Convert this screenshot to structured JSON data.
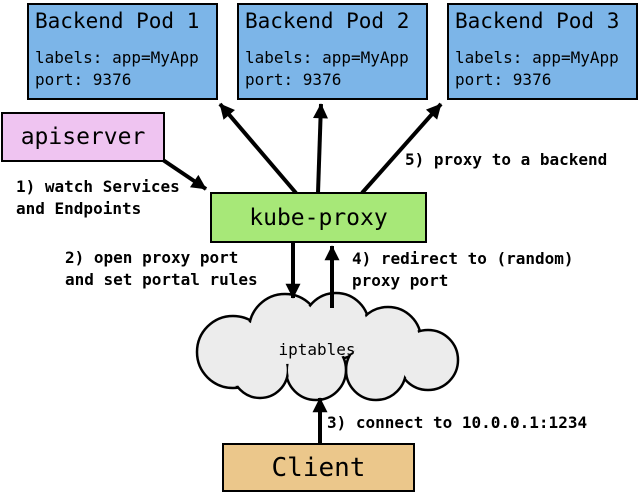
{
  "colors": {
    "pod_fill": "#7CB5E8",
    "apiserver_fill": "#EFC4F1",
    "kube_proxy_fill": "#A7E878",
    "client_fill": "#EBC78B",
    "cloud_fill": "#ECECEC",
    "outline": "#000000"
  },
  "nodes": {
    "pods": [
      {
        "title": "Backend Pod 1",
        "labels_line": "labels: app=MyApp",
        "port_line": "port: 9376"
      },
      {
        "title": "Backend Pod 2",
        "labels_line": "labels: app=MyApp",
        "port_line": "port: 9376"
      },
      {
        "title": "Backend Pod 3",
        "labels_line": "labels: app=MyApp",
        "port_line": "port: 9376"
      }
    ],
    "apiserver": {
      "label": "apiserver"
    },
    "kube_proxy": {
      "label": "kube-proxy"
    },
    "iptables": {
      "label": "iptables"
    },
    "client": {
      "label": "Client"
    }
  },
  "annotations": {
    "step1": "1) watch Services\nand Endpoints",
    "step2": "2) open proxy port\nand set portal rules",
    "step3": "3) connect to 10.0.0.1:1234",
    "step4": "4) redirect to (random)\nproxy port",
    "step5": "5) proxy to a backend"
  }
}
